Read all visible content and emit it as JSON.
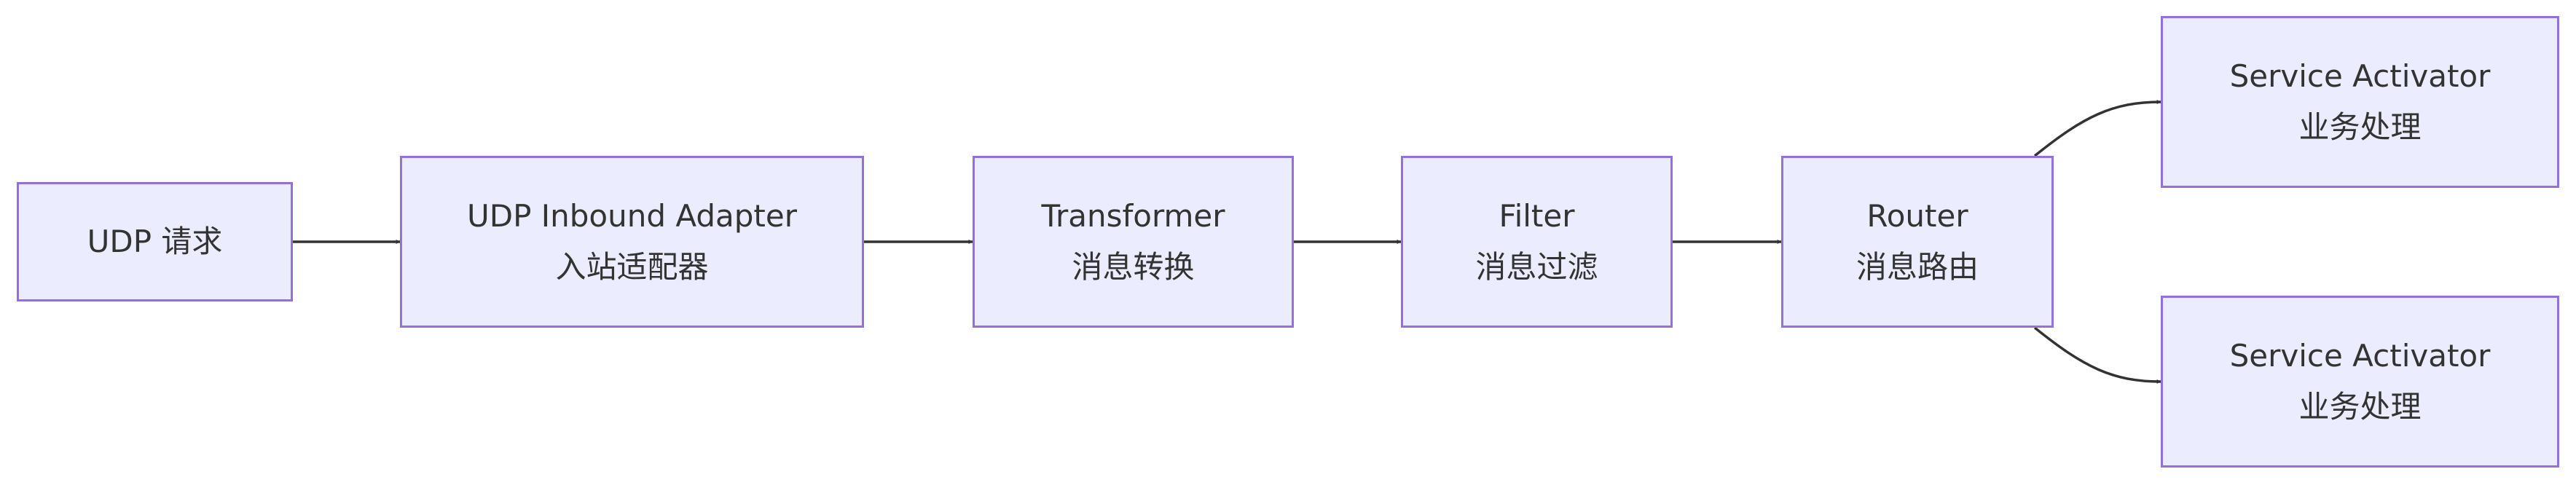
{
  "diagram": {
    "nodes": {
      "udp_request": {
        "label": "UDP 请求"
      },
      "inbound_adapter": {
        "line1": "UDP Inbound Adapter",
        "line2": "入站适配器"
      },
      "transformer": {
        "line1": "Transformer",
        "line2": "消息转换"
      },
      "filter": {
        "line1": "Filter",
        "line2": "消息过滤"
      },
      "router": {
        "line1": "Router",
        "line2": "消息路由"
      },
      "activator_top": {
        "line1": "Service Activator",
        "line2": "业务处理"
      },
      "activator_bottom": {
        "line1": "Service Activator",
        "line2": "业务处理"
      }
    },
    "edges": [
      {
        "from": "udp_request",
        "to": "inbound_adapter"
      },
      {
        "from": "inbound_adapter",
        "to": "transformer"
      },
      {
        "from": "transformer",
        "to": "filter"
      },
      {
        "from": "filter",
        "to": "router"
      },
      {
        "from": "router",
        "to": "activator_top"
      },
      {
        "from": "router",
        "to": "activator_bottom"
      }
    ],
    "colors": {
      "node_fill": "#ececff",
      "node_border": "#9370db",
      "text": "#333333",
      "edge": "#333333"
    }
  }
}
